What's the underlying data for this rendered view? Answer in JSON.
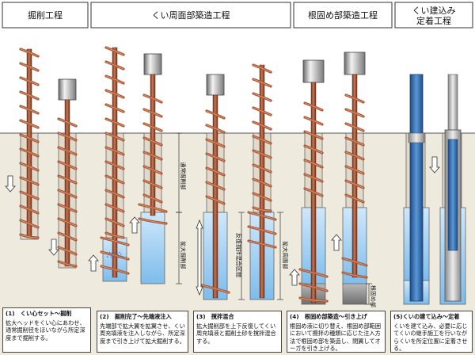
{
  "headers": {
    "excavation": "掘削工程",
    "shaft_build": "くい周面部築造工程",
    "base_build": "根固め部築造工程",
    "pile_set": "くい建込み\n定着工程"
  },
  "labels": {
    "normal_excavation": "通常掘削部",
    "enlarged_excavation": "拡大掘削部",
    "reverse_mixing": "反復撹拌混合区間",
    "enlarged_shaft": "拡大周面部",
    "root_part": "根固め部"
  },
  "captions": [
    {
      "title": "(1)　くい心セット～掘削",
      "body": "拡大ヘッドをくい心にあわせ、通常掘削径をほいながら所定深度まで掘削する。"
    },
    {
      "title": "(2)　掘削完了～先端液注入",
      "body": "先端部で拡大翼を拡翼させ、くい周充填液を注入しながら、所定深度まで引き上げて拡大掘削する。"
    },
    {
      "title": "(3)　撹拌混合",
      "body": "拡大掘削部を上下反復してくい周充填液と掘削土砂を撹拌混合する。"
    },
    {
      "title": "(4)　根固め部築造～引き上げ",
      "body": "根固め液に切り替え、根固め部範囲において攪拌の種類に応じた注入方法で根固め部を築造し、閉翼してオーガを引き上げる。"
    },
    {
      "title": "(5)くいの建て込み～定着",
      "body": "くいを建て込み、必要に応じてくいの継手施工を行いながらくいを所定位置に定着させる。"
    }
  ],
  "colors": {
    "rod": "#a85838",
    "rod_dark": "#6e3020",
    "fluid": "#8cc8f0",
    "ground": "#eeeade",
    "pile_blue": "#4a86c8",
    "grout_gray": "#8a8a8a"
  }
}
